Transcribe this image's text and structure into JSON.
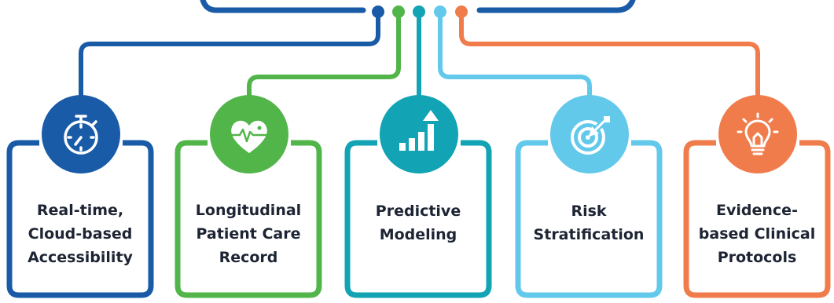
{
  "colors": {
    "blue": "#1a5ba8",
    "green": "#52b54a",
    "teal": "#12a3b4",
    "sky": "#62c9eb",
    "orange": "#f07c4c"
  },
  "cards": [
    {
      "lines": [
        "Real-time,",
        "Cloud-based",
        "Accessibility"
      ],
      "icon": "stopwatch-icon",
      "color": "#1a5ba8"
    },
    {
      "lines": [
        "Longitudinal",
        "Patient Care",
        "Record"
      ],
      "icon": "heart-pulse-icon",
      "color": "#52b54a"
    },
    {
      "lines": [
        "Predictive",
        "Modeling"
      ],
      "icon": "growth-chart-icon",
      "color": "#12a3b4"
    },
    {
      "lines": [
        "Risk",
        "Stratification"
      ],
      "icon": "target-arrow-icon",
      "color": "#62c9eb"
    },
    {
      "lines": [
        "Evidence-",
        "based Clinical",
        "Protocols"
      ],
      "icon": "lightbulb-icon",
      "color": "#f07c4c"
    }
  ]
}
